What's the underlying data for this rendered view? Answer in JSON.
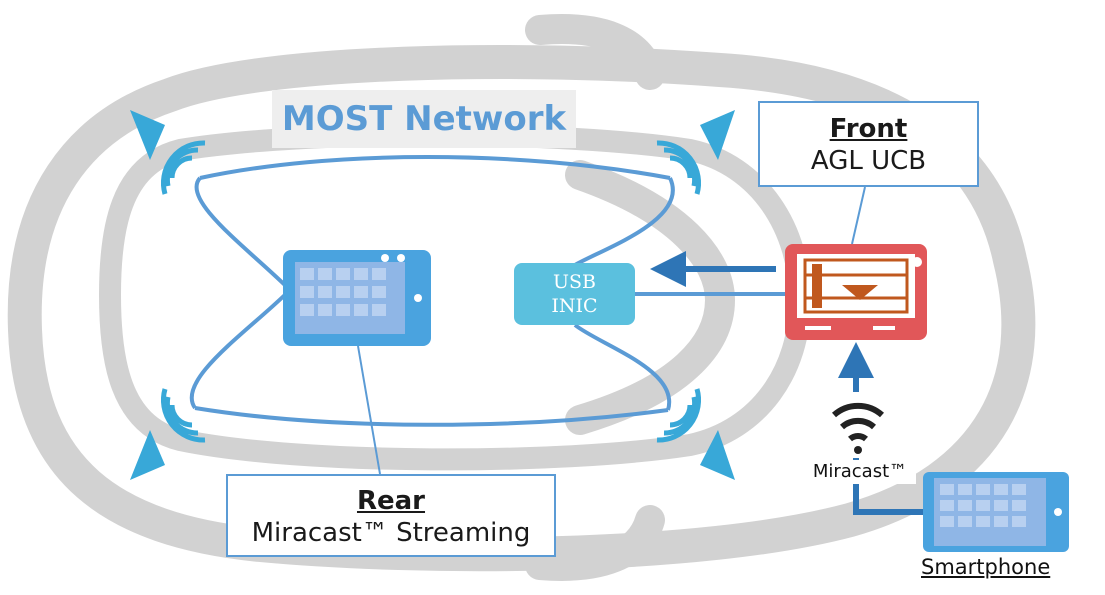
{
  "network": {
    "title": "MOST Network"
  },
  "front": {
    "title": "Front",
    "subtitle": "AGL UCB"
  },
  "rear": {
    "title": "Rear",
    "subtitle": "Miracast™ Streaming"
  },
  "usb_inic": {
    "line1": "USB",
    "line2": "INIC"
  },
  "wireless": {
    "label": "Miracast™"
  },
  "smartphone": {
    "label": "Smartphone"
  },
  "colors": {
    "car_body": "#d0d0d0",
    "network_line": "#5b9bd5",
    "speaker": "#38a8d8",
    "usb_box": "#5bc0de",
    "front_unit": "#e15759",
    "front_pcb": "#c0581e",
    "arrow": "#2e75b6",
    "tablet": "#4aa3df"
  },
  "icons": [
    "speaker-icon",
    "tablet-icon",
    "head-unit-icon",
    "wifi-icon",
    "smartphone-icon",
    "arrow-left-icon",
    "arrow-up-icon"
  ]
}
